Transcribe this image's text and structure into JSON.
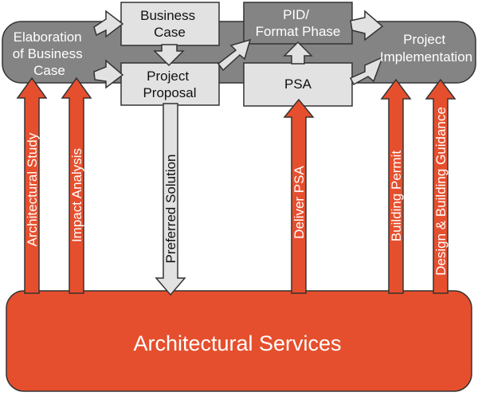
{
  "colors": {
    "red": "#e64f2d",
    "dark_gray": "#848484",
    "light_gray": "#e2e2e2",
    "outline": "#333333"
  },
  "process": {
    "elaboration": [
      "Elaboration",
      "of Business",
      "Case"
    ],
    "business_case": [
      "Business",
      "Case"
    ],
    "project_proposal": [
      "Project",
      "Proposal"
    ],
    "pid_format_phase": [
      "PID/",
      "Format Phase"
    ],
    "psa": [
      "PSA"
    ],
    "project_implementation": [
      "Project",
      "Implementation"
    ]
  },
  "arrows": {
    "architectural_study": "Architectural Study",
    "impact_analysis": "Impact Analysis",
    "preferred_solution": "Preferred Solution",
    "deliver_psa": "Deliver PSA",
    "building_permit": "Building Permit",
    "design_building_guidance": "Design & Building Guidance"
  },
  "services": {
    "label": "Architectural Services"
  }
}
